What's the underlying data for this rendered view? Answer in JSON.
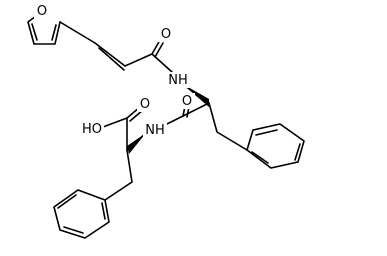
{
  "diagram": {
    "type": "chemical-structure",
    "line_color": "#000000",
    "background": "#ffffff",
    "atom_labels": {
      "furan_oxygen": "O",
      "acyl_oxygen": "O",
      "nh_upper": "NH",
      "amide_oxygen": "O",
      "acid_oxygen": "O",
      "hydroxyl": "HO",
      "nh_lower": "NH"
    }
  }
}
